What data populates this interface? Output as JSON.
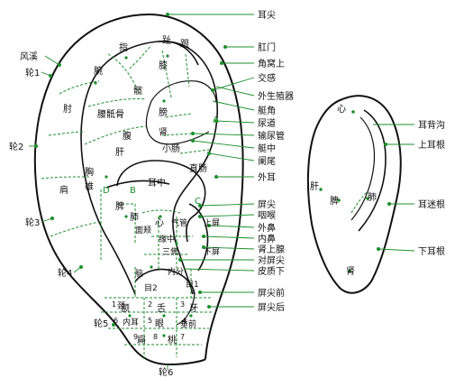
{
  "colors": {
    "line": "#111111",
    "accent": "#1c8f2c"
  },
  "right_labels": {
    "erjian": "耳尖",
    "ganmen": "肛门",
    "jiaowoshang": "角窝上",
    "jiaogan": "交感",
    "waishengzhiqi": "外生殖器",
    "dijiao": "艇角",
    "niaodao": "尿道",
    "shuniaoguan": "输尿管",
    "dizhong": "艇中",
    "lanwei": "阑尾",
    "waier": "外耳",
    "pingjian": "屏尖",
    "yanhou": "咽喉",
    "waibi": "外鼻",
    "neibi": "内鼻",
    "shenshangxian": "肾上腺",
    "duipingjian": "对屏尖",
    "pizhixia": "皮质下",
    "pingjianqian": "屏尖前",
    "pingjianhou": "屏尖后"
  },
  "left_labels": {
    "fengxi": "风溪",
    "lun1": "轮1",
    "lun2": "轮2",
    "lun3": "轮3",
    "lun4": "轮4",
    "lun5": "轮5",
    "lun6": "轮6"
  },
  "inner_labels": {
    "zhi": "指",
    "zhou": "肘",
    "wan": "腕",
    "xi": "膝",
    "kuan": "髋",
    "xie": "跟",
    "zhi2": "趾",
    "yaodigu": "腰骶骨",
    "fu": "腹",
    "gan": "肝",
    "xiong": "胸",
    "zhui": "椎",
    "jian": "肩",
    "bang": "膀",
    "shen": "肾",
    "xiaochang": "小肠",
    "zhichang": "直肠",
    "erzhong": "耳中",
    "pi": "脾",
    "fei": "肺",
    "xin": "心",
    "qiguan": "气管",
    "shangping": "上屏",
    "xiaping": "下屏",
    "sanjiao": "三焦",
    "yuanzhong": "缘中",
    "nao": "脑",
    "neifen": "内分",
    "jing": "颈",
    "mu1": "目1",
    "mu2": "目2",
    "e": "额",
    "she": "舌",
    "ya": "牙",
    "chui": "垂前",
    "nei_er": "内耳",
    "yan": "眼",
    "bian": "扁",
    "tao": "桃",
    "mian": "面颊",
    "point_a": "A",
    "point_b": "B",
    "point_c": "C",
    "point_d": "D",
    "n1": "1",
    "n2": "2",
    "n3": "3",
    "n4": "4",
    "n5": "5",
    "n6": "6",
    "n7": "7",
    "n8": "8",
    "n9": "9"
  },
  "back_ear": {
    "xin": "心",
    "gan": "肝",
    "pi": "脾",
    "fei": "肺",
    "shen": "肾",
    "erbeigou": "耳背沟",
    "shangergen": "上耳根",
    "ermigen": "耳迷根",
    "xiaergen": "下耳根"
  }
}
